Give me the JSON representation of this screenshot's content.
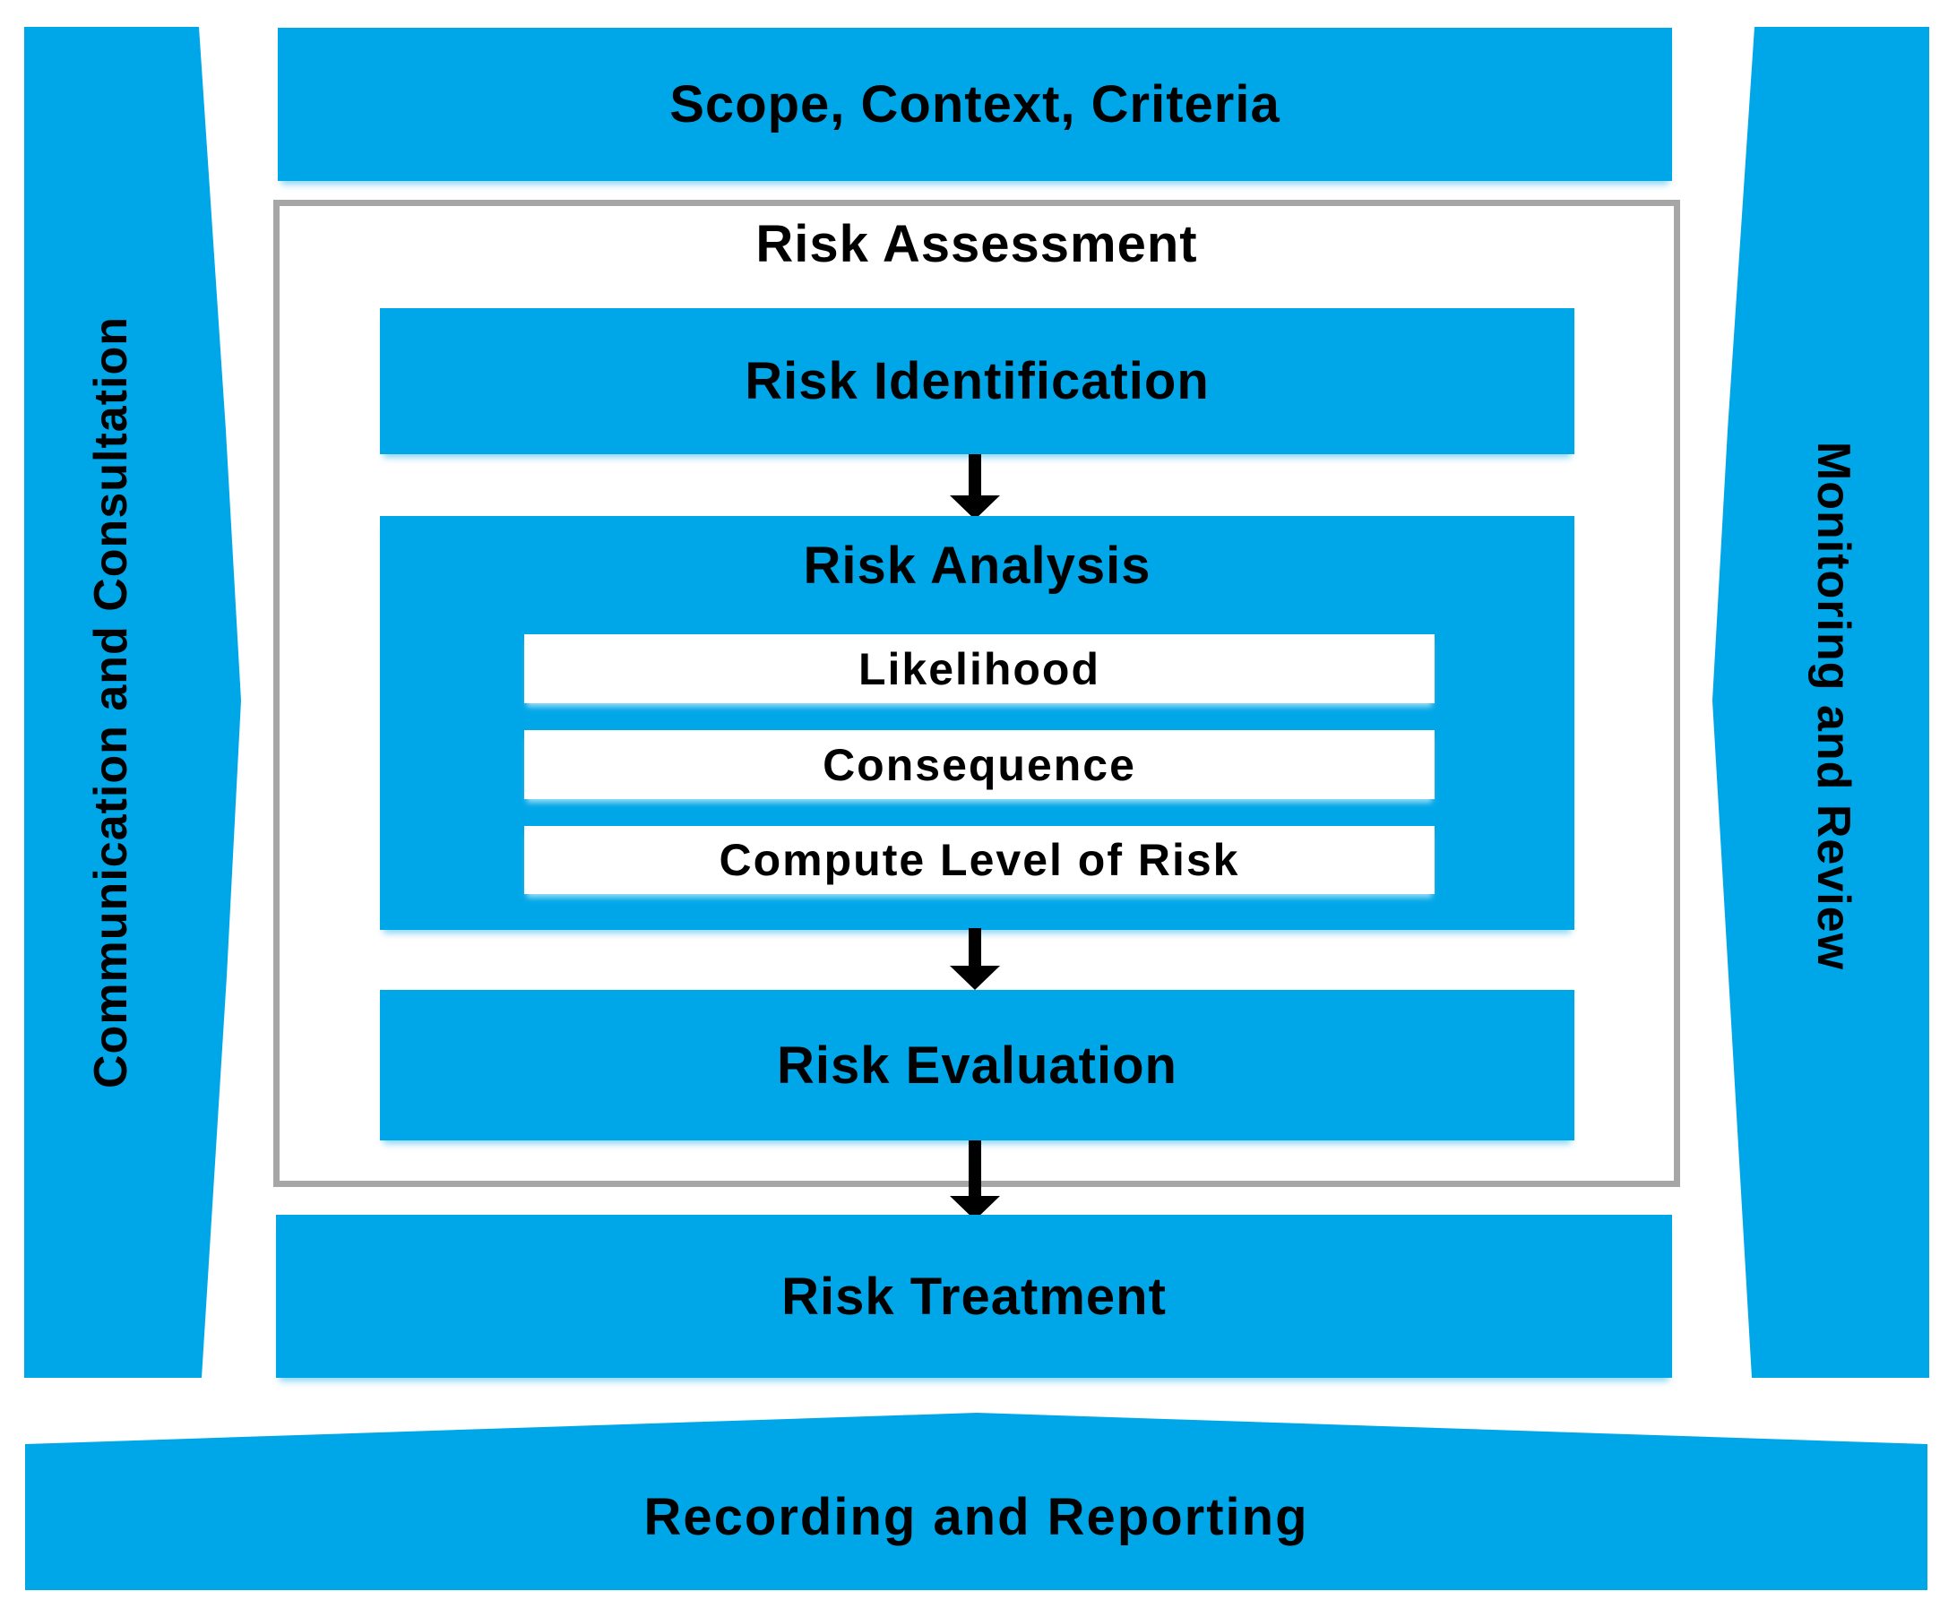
{
  "diagram": {
    "type": "risk-management-process-flow",
    "top_bar": {
      "label": "Scope, Context, Criteria"
    },
    "left_band": {
      "label": "Communication and Consultation"
    },
    "right_band": {
      "label": "Monitoring and Review"
    },
    "risk_assessment": {
      "title": "Risk Assessment",
      "identification": {
        "label": "Risk Identification"
      },
      "analysis": {
        "label": "Risk Analysis",
        "sub_steps": [
          "Likelihood",
          "Consequence",
          "Compute Level of Risk"
        ]
      },
      "evaluation": {
        "label": "Risk Evaluation"
      }
    },
    "treatment": {
      "label": "Risk Treatment"
    },
    "bottom_band": {
      "label": "Recording and Reporting"
    }
  },
  "colors": {
    "accent": "#00a7e8",
    "border_gray": "#a6a6a6",
    "text": "#000000",
    "arrow": "#000000",
    "background": "#ffffff"
  }
}
